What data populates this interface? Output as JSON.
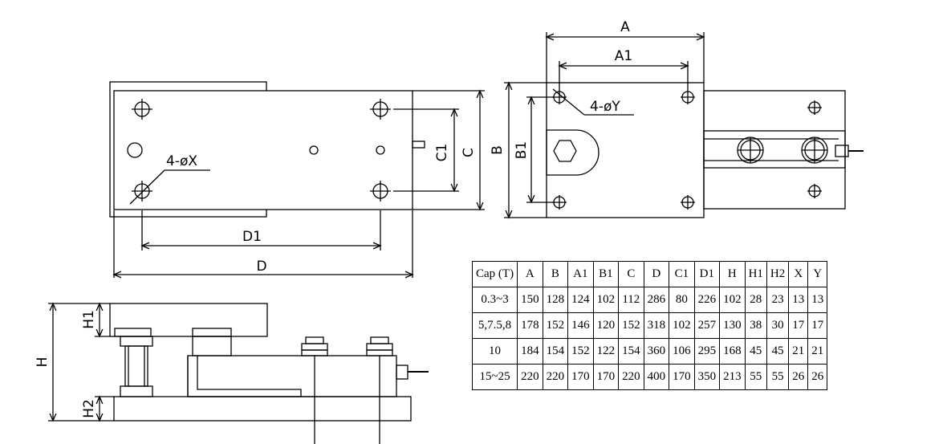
{
  "labels": {
    "A": "A",
    "A1": "A1",
    "B": "B",
    "B1": "B1",
    "C": "C",
    "C1": "C1",
    "D": "D",
    "D1": "D1",
    "H": "H",
    "H1": "H1",
    "H2": "H2",
    "hole_x": "4-øX",
    "hole_y": "4-øY"
  },
  "table": {
    "headers": [
      "Cap (T)",
      "A",
      "B",
      "A1",
      "B1",
      "C",
      "D",
      "C1",
      "D1",
      "H",
      "H1",
      "H2",
      "X",
      "Y"
    ],
    "rows": [
      [
        "0.3~3",
        "150",
        "128",
        "124",
        "102",
        "112",
        "286",
        "80",
        "226",
        "102",
        "28",
        "23",
        "13",
        "13"
      ],
      [
        "5,7.5,8",
        "178",
        "152",
        "146",
        "120",
        "152",
        "318",
        "102",
        "257",
        "130",
        "38",
        "30",
        "17",
        "17"
      ],
      [
        "10",
        "184",
        "154",
        "152",
        "122",
        "154",
        "360",
        "106",
        "295",
        "168",
        "45",
        "45",
        "21",
        "21"
      ],
      [
        "15~25",
        "220",
        "220",
        "170",
        "170",
        "220",
        "400",
        "170",
        "350",
        "213",
        "55",
        "55",
        "26",
        "26"
      ]
    ]
  }
}
